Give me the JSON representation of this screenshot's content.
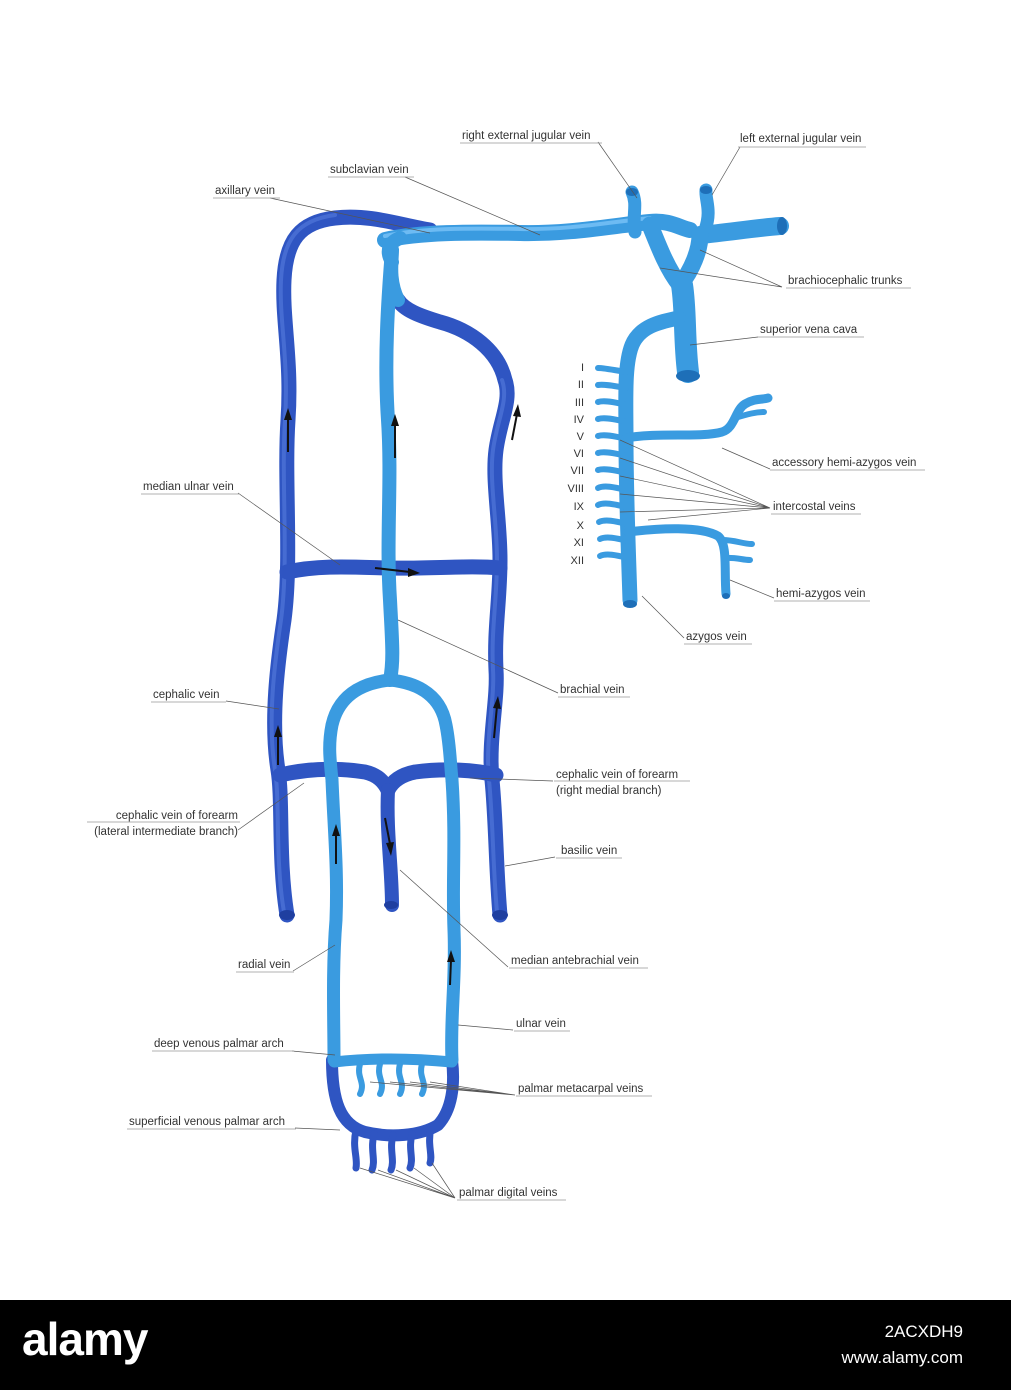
{
  "labels": {
    "right_external_jugular": "right external jugular vein",
    "left_external_jugular": "left external jugular vein",
    "subclavian": "subclavian vein",
    "axillary": "axillary vein",
    "brachiocephalic": "brachiocephalic trunks",
    "superior_vena_cava": "superior vena cava",
    "accessory_hemi_azygos": "accessory hemi-azygos vein",
    "intercostal": "intercostal veins",
    "hemi_azygos": "hemi-azygos vein",
    "azygos": "azygos vein",
    "median_ulnar": "median ulnar vein",
    "brachial": "brachial vein",
    "cephalic": "cephalic vein",
    "cephalic_forearm_medial_1": "cephalic vein of forearm",
    "cephalic_forearm_medial_2": "(right medial branch)",
    "cephalic_forearm_lateral_1": "cephalic vein of forearm",
    "cephalic_forearm_lateral_2": "(lateral intermediate branch)",
    "basilic": "basilic vein",
    "radial": "radial vein",
    "median_antebrachial": "median antebrachial vein",
    "ulnar": "ulnar vein",
    "deep_palmar_arch": "deep venous palmar arch",
    "palmar_metacarpal": "palmar metacarpal veins",
    "superficial_palmar_arch": "superficial venous palmar arch",
    "palmar_digital": "palmar digital veins"
  },
  "roman_numerals": [
    "I",
    "II",
    "III",
    "IV",
    "V",
    "VI",
    "VII",
    "VIII",
    "IX",
    "X",
    "XI",
    "XII"
  ],
  "footer": {
    "brand": "alamy",
    "image_id": "2ACXDH9",
    "site": "www.alamy.com"
  },
  "colors": {
    "dark_vein": "#2f55c2",
    "light_vein": "#3a9be0",
    "footer_bg": "#000000"
  }
}
